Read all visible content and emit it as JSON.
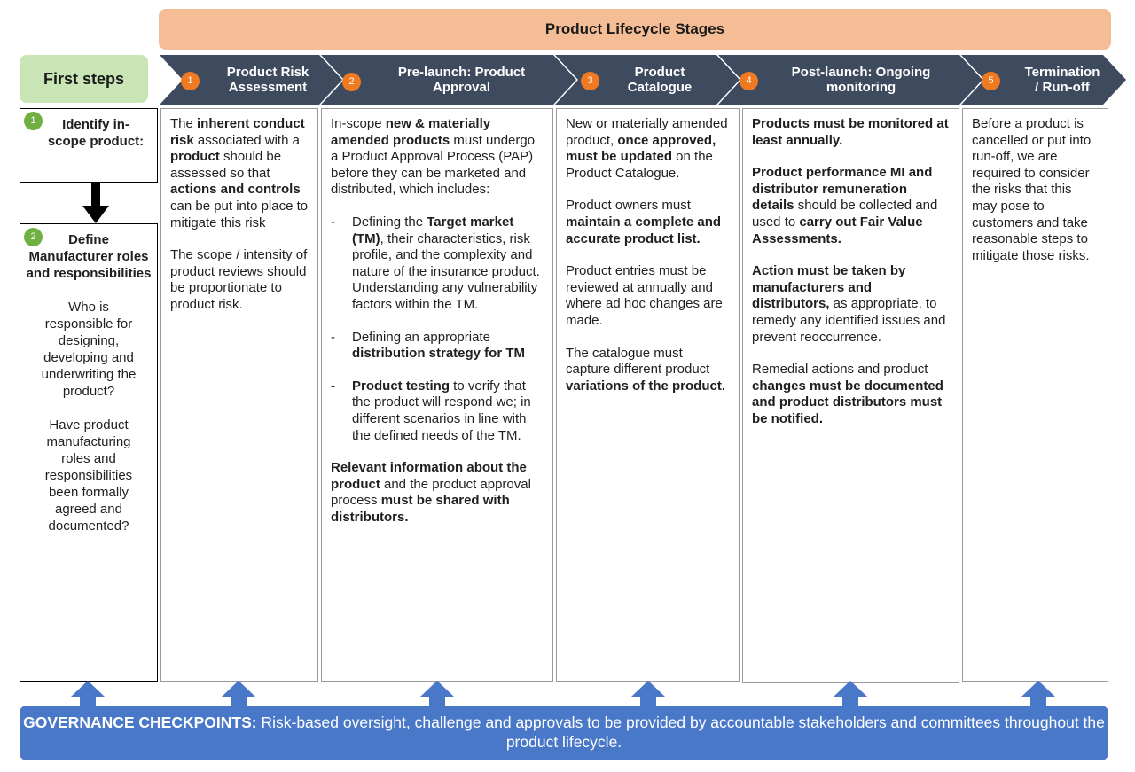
{
  "banner": {
    "title": "Product Lifecycle Stages"
  },
  "first_steps": {
    "header": "First steps",
    "step1": {
      "num": "1",
      "label": "Identify in-scope product:"
    },
    "step2": {
      "num": "2",
      "title": "Define Manufacturer roles and responsibilities",
      "q1": "Who is responsible for designing, developing and underwriting the product?",
      "q2": "Have product manufacturing roles and responsibilities been formally agreed and documented?"
    }
  },
  "stages": [
    {
      "num": "1",
      "title_l1": "Product Risk",
      "title_l2": "Assessment"
    },
    {
      "num": "2",
      "title_l1": "Pre-launch: Product",
      "title_l2": "Approval"
    },
    {
      "num": "3",
      "title_l1": "Product",
      "title_l2": "Catalogue"
    },
    {
      "num": "4",
      "title_l1": "Post-launch: Ongoing",
      "title_l2": "monitoring"
    },
    {
      "num": "5",
      "title_l1": "Termination",
      "title_l2": "/ Run-off"
    }
  ],
  "col1": {
    "p1_a": "The ",
    "p1_b": "inherent conduct risk",
    "p1_c": " associated with a ",
    "p1_d": "product",
    "p1_e": " should be assessed so that ",
    "p1_f": "actions and controls",
    "p1_g": " can be put into place to mitigate this risk",
    "p2": "The scope / intensity of product reviews should be proportionate to product risk."
  },
  "col2": {
    "p1_a": "In-scope ",
    "p1_b": "new & materially amended products",
    "p1_c": " must undergo a Product Approval Process (PAP) before they can be marketed and distributed, which includes:",
    "li1_a": "Defining the ",
    "li1_b": "Target market (TM)",
    "li1_c": ", their characteristics, risk profile, and the complexity and nature of the insurance product. Understanding any vulnerability factors within the TM.",
    "li2_a": "Defining an appropriate ",
    "li2_b": "distribution strategy for TM",
    "li3_a": "Product testing",
    "li3_b": " to verify that the product will respond we; in different scenarios in line with the defined needs of the TM.",
    "p2_a": "Relevant information about the product",
    "p2_b": " and the product approval process ",
    "p2_c": "must be shared with distributors."
  },
  "col3": {
    "p1_a": "New or materially amended product, ",
    "p1_b": "once approved, must be updated",
    "p1_c": " on the Product Catalogue.",
    "p2_a": "Product owners must ",
    "p2_b": "maintain a complete and accurate product list.",
    "p3": "Product entries must be reviewed at annually and where ad hoc changes are made.",
    "p4_a": "The catalogue must capture different product ",
    "p4_b": "variations of the product."
  },
  "col4": {
    "p1": "Products must be monitored at least annually.",
    "p2_a": "Product performance MI and distributor remuneration details",
    "p2_b": " should be collected and used to ",
    "p2_c": "carry out Fair Value Assessments.",
    "p3_a": "Action must be taken by manufacturers and distributors,",
    "p3_b": " as appropriate, to remedy any identified issues and prevent reoccurrence.",
    "p4_a": "Remedial actions and product ",
    "p4_b": "changes must be documented and product distributors must be notified."
  },
  "col5": {
    "p1": "Before a product is cancelled or put into run-off, we are required to consider the risks that this may pose to customers and take reasonable steps to mitigate those risks."
  },
  "governance": {
    "label": "GOVERNANCE CHECKPOINTS:",
    "text": " Risk-based oversight, challenge and approvals to be provided by accountable stakeholders and committees throughout the product lifecycle."
  },
  "colors": {
    "banner": "#f5bd96",
    "first_steps": "#c9e5b6",
    "chevron": "#3e4b5e",
    "badge_orange": "#f07a22",
    "badge_green": "#70b043",
    "governance": "#4a78c8"
  }
}
